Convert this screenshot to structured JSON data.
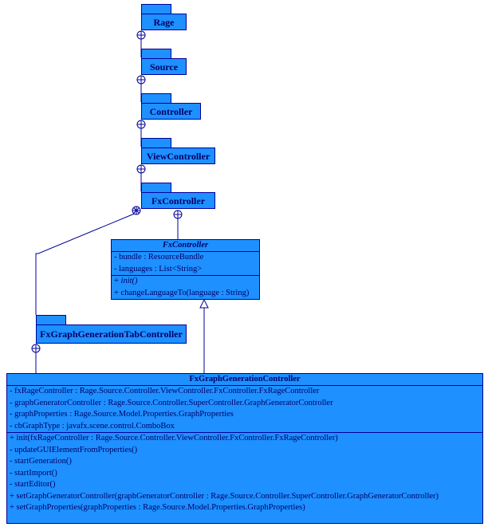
{
  "packages": [
    {
      "id": "rage",
      "name": "Rage"
    },
    {
      "id": "source",
      "name": "Source"
    },
    {
      "id": "controller",
      "name": "Controller"
    },
    {
      "id": "viewcontroller",
      "name": "ViewController"
    },
    {
      "id": "fxcontroller",
      "name": "FxController"
    },
    {
      "id": "fxgraphgenerationtabcontroller",
      "name": "FxGraphGenerationTabController"
    }
  ],
  "fx_controller_class": {
    "name": "FxController",
    "attributes": [
      "- bundle : ResourceBundle",
      "- languages : List<String>"
    ],
    "operations": [
      {
        "prefix": "+ ",
        "name": "init()",
        "abstract": true
      },
      {
        "prefix": "+ ",
        "name": "changeLanguageTo(language : String)",
        "abstract": false
      }
    ]
  },
  "fx_graph_generation_controller_class": {
    "name": "FxGraphGenerationController",
    "attributes": [
      "- fxRageController : Rage.Source.Controller.ViewController.FxController.FxRageController",
      "- graphGeneratorController : Rage.Source.Controller.SuperController.GraphGeneratorController",
      "- graphProperties : Rage.Source.Model.Properties.GraphProperties",
      "- cbGraphType : javafx.scene.control.ComboBox"
    ],
    "operations": [
      "+ init(fxRageController : Rage.Source.Controller.ViewController.FxController.FxRageController)",
      "- updateGUIElementFromProperties()",
      "- startGeneration()",
      "- startImport()",
      "- startEditor()",
      "+ setGraphGeneratorController(graphGeneratorController : Rage.Source.Controller.SuperController.GraphGeneratorController)",
      "+ setGraphProperties(graphProperties : Rage.Source.Model.Properties.GraphProperties)"
    ]
  }
}
